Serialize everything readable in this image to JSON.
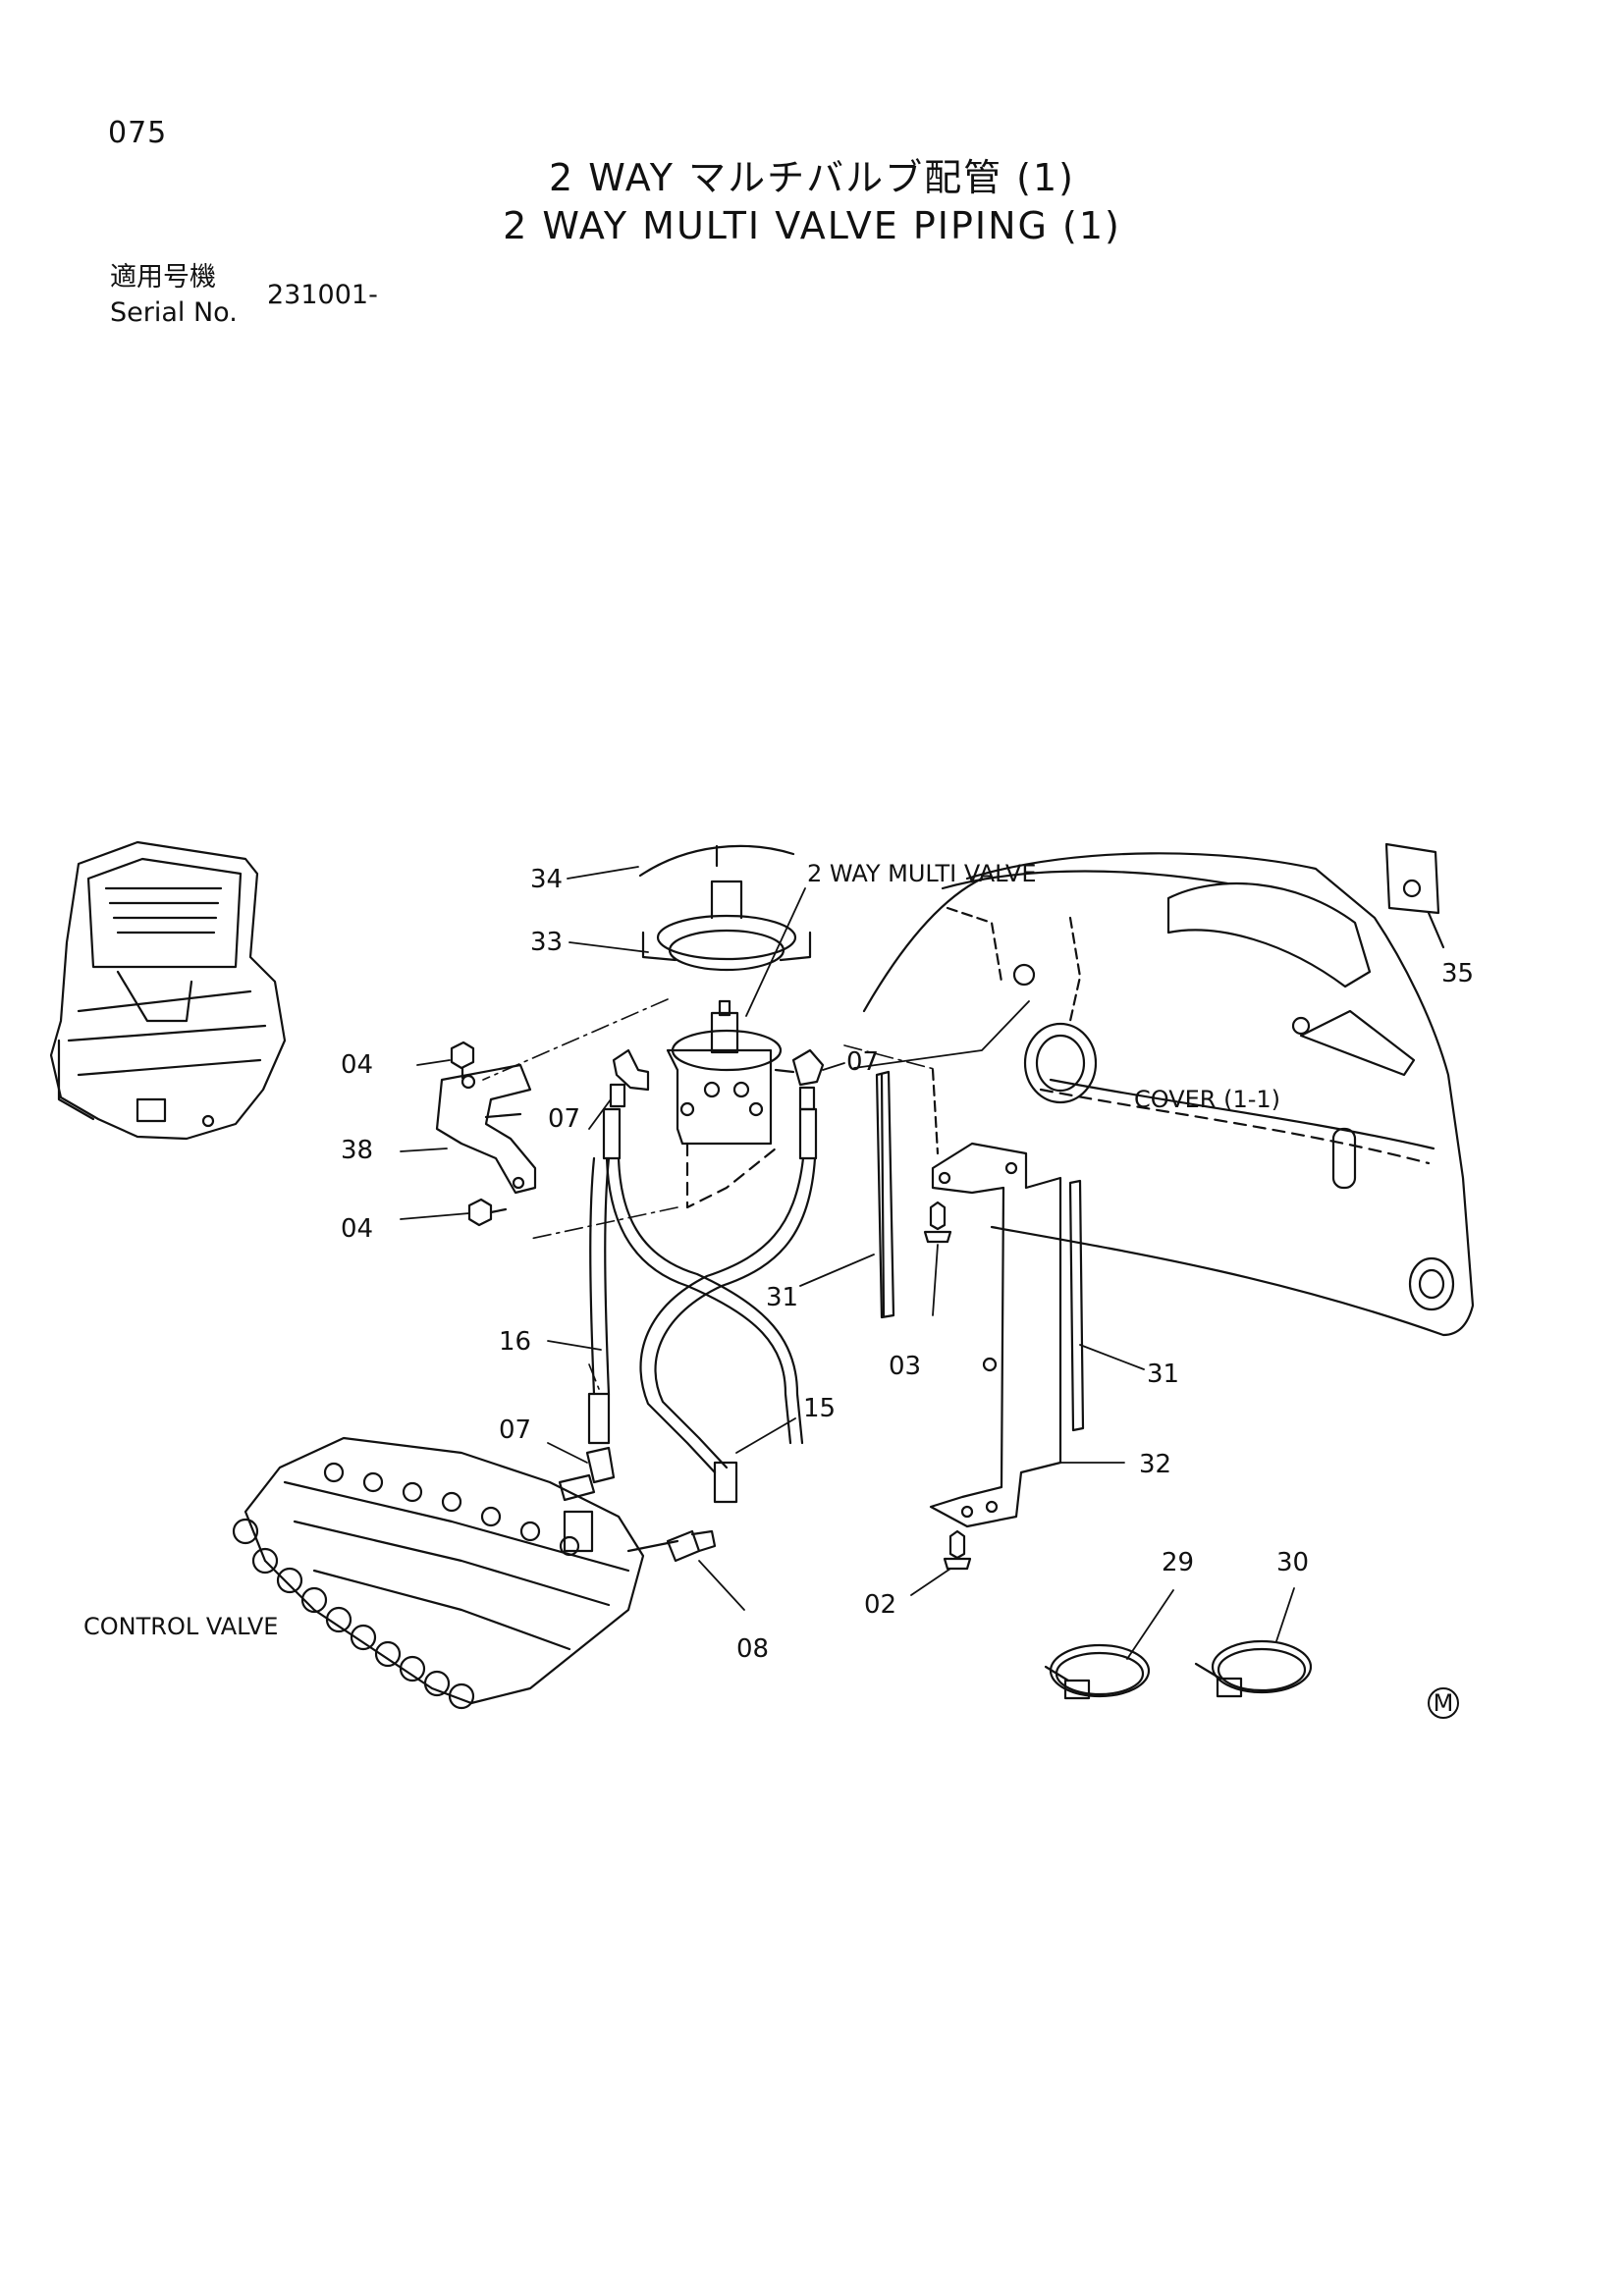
{
  "header": {
    "page_number": "075",
    "title_jp": "2 WAY マルチバルブ配管 (1)",
    "title_en": "2 WAY MULTI VALVE PIPING (1)",
    "serial_label_jp": "適用号機",
    "serial_label_en": "Serial No.",
    "serial_number": "231001-"
  },
  "callouts": {
    "c34": "34",
    "c33": "33",
    "c04a": "04",
    "c07a": "07",
    "c07b": "07",
    "c38": "38",
    "c04b": "04",
    "c31a": "31",
    "c03": "03",
    "c16": "16",
    "c31b": "31",
    "c07c": "07",
    "c15": "15",
    "c32": "32",
    "c08": "08",
    "c02": "02",
    "c29": "29",
    "c30": "30",
    "c35": "35"
  },
  "labels": {
    "multi_valve": "2 WAY MULTI VALVE",
    "cover": "COVER (1-1)",
    "control_valve": "CONTROL VALVE",
    "mark": "M"
  }
}
